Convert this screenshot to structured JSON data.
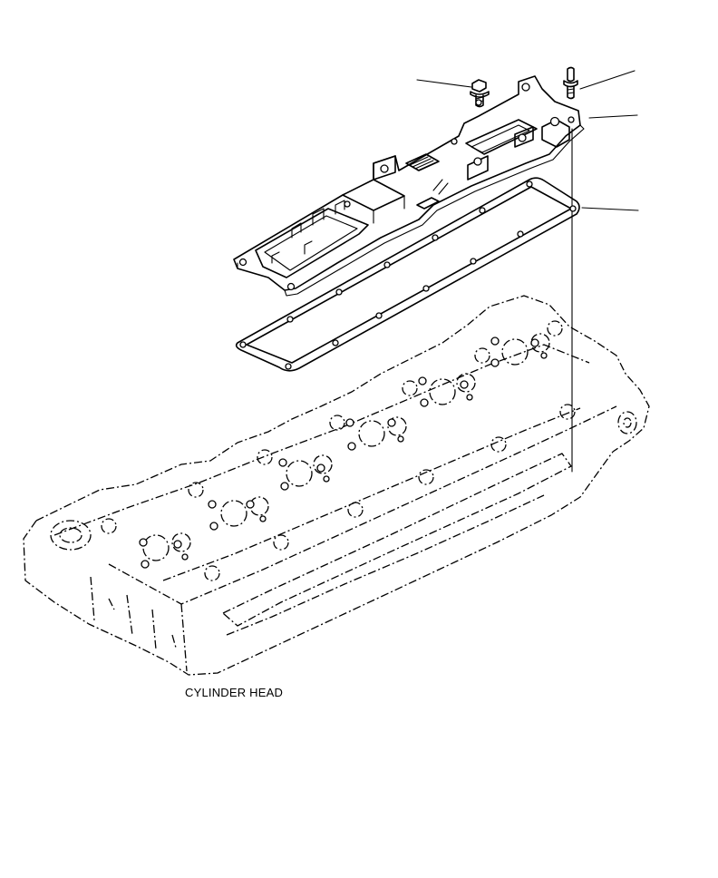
{
  "diagram": {
    "caption": "CYLINDER HEAD",
    "parts": [
      {
        "name": "flange-bolt"
      },
      {
        "name": "stud-bolt"
      },
      {
        "name": "cover-plate"
      },
      {
        "name": "gasket"
      },
      {
        "name": "cylinder-head"
      }
    ],
    "line_color": "#000000",
    "background": "#ffffff"
  }
}
